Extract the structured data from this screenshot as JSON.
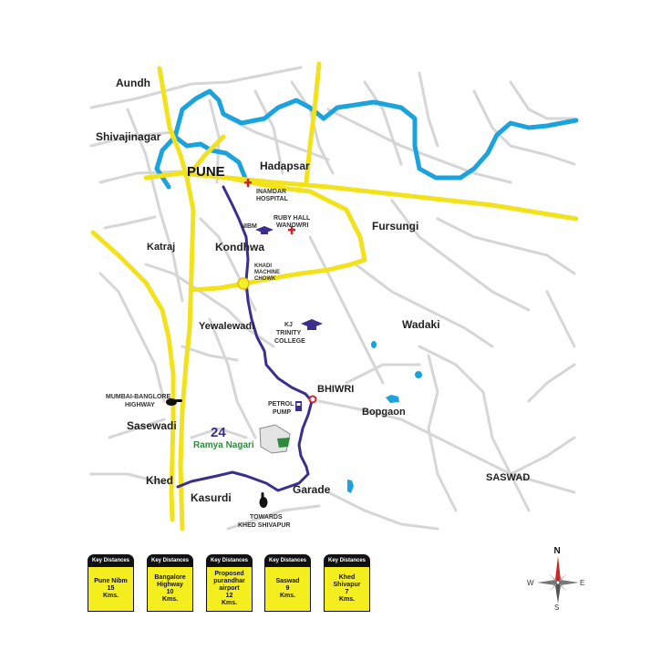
{
  "colors": {
    "highway": "#f2e21b",
    "river": "#1aa3dc",
    "route": "#3a2f8c",
    "roads": "#d6d6d6",
    "project": "#2e8b3c"
  },
  "areas": {
    "aundh": "Aundh",
    "shivajinagar": "Shivajinagar",
    "pune": "PUNE",
    "hadapsar": "Hadapsar",
    "fursungi": "Fursungi",
    "katraj": "Katraj",
    "kondhwa": "Kondhwa",
    "yewalewadi": "Yewalewadi",
    "wadaki": "Wadaki",
    "bhiwri": "BHIWRI",
    "bopgaon": "Bopgaon",
    "sasewadi": "Sasewadi",
    "khed": "Khed",
    "kasurdi": "Kasurdi",
    "garade": "Garade",
    "saswad": "SASWAD"
  },
  "landmarks": {
    "inamdar_1": "INAMDAR",
    "inamdar_2": "HOSPITAL",
    "nibm": "NIBM",
    "ruby_1": "RUBY HALL",
    "ruby_2": "WANOWRI",
    "khadi_1": "KHADI",
    "khadi_2": "MACHINE",
    "khadi_3": "CHOWK",
    "kj_1": "KJ",
    "kj_2": "TRINITY",
    "kj_3": "COLLEGE",
    "petrol_1": "PETROL",
    "petrol_2": "PUMP",
    "mb_1": "MUMBAI-BANGLORE",
    "mb_2": "HIGHWAY",
    "towards_1": "TOWARDS",
    "towards_2": "KHED SHIVAPUR"
  },
  "project": {
    "number": "24",
    "name": "Ramya Nagari"
  },
  "key_distances": [
    {
      "header": "Key Distances",
      "lines": [
        "Pune Nibm",
        "15",
        "Kms."
      ]
    },
    {
      "header": "Key Distances",
      "lines": [
        "Bangalore",
        "Highway",
        "10",
        "Kms."
      ]
    },
    {
      "header": "Key Distances",
      "lines": [
        "Proposed",
        "purandhar",
        "airport",
        "12",
        "Kms."
      ]
    },
    {
      "header": "Key Distances",
      "lines": [
        "Saswad",
        "9",
        "Kms."
      ]
    },
    {
      "header": "Key Distances",
      "lines": [
        "Khed",
        "Shivapur",
        "7",
        "Kms."
      ]
    }
  ],
  "compass": {
    "n": "N",
    "s": "S",
    "e": "E",
    "w": "W"
  }
}
